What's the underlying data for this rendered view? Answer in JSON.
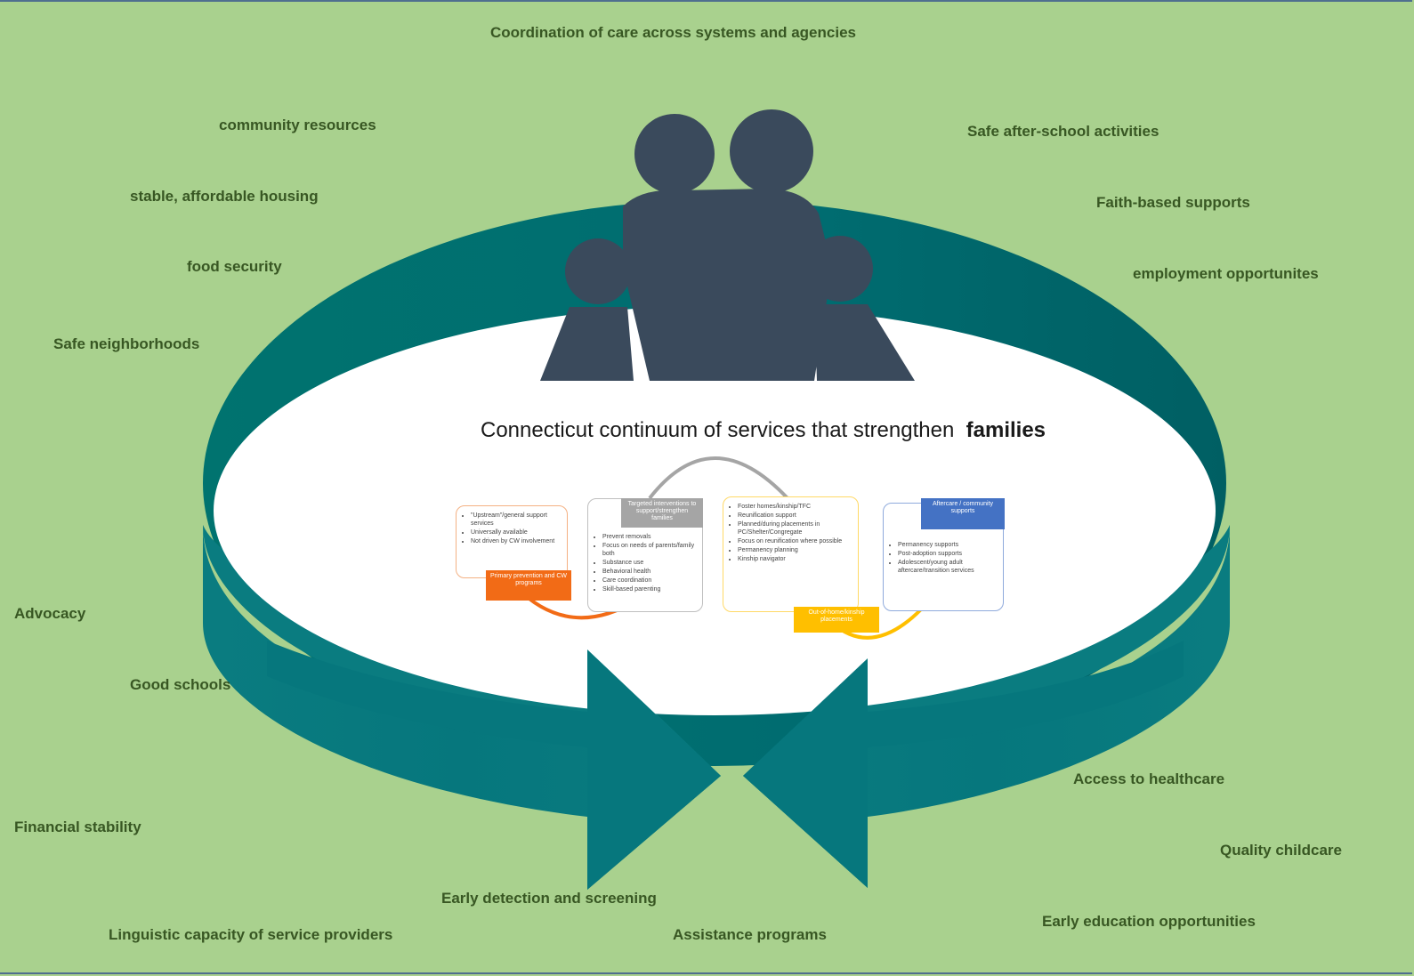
{
  "title": {
    "main": "Connecticut continuum of services that strengthen",
    "bold": "families"
  },
  "labels": {
    "coordination": "Coordination of care across systems and agencies",
    "community": "community resources",
    "housing": "stable, affordable housing",
    "food": "food security",
    "neighborhoods": "Safe neighborhoods",
    "afterschool": "Safe after-school activities",
    "faith": "Faith-based supports",
    "employment": "employment opportunites",
    "advocacy": "Advocacy",
    "schools": "Good schools",
    "financial": "Financial stability",
    "early_detection": "Early detection and screening",
    "linguistic": "Linguistic capacity of service providers",
    "assistance": "Assistance programs",
    "healthcare": "Access to healthcare",
    "childcare": "Quality childcare",
    "early_education": "Early education opportunities"
  },
  "continuum": {
    "box1": {
      "items": [
        "\"Upstream\"/general support services",
        "Universally available",
        "Not driven by CW involvement"
      ],
      "tag": "Primary prevention and CW programs"
    },
    "box2": {
      "tag": "Targeted interventions to support/strengthen families",
      "items": [
        "Prevent removals",
        "Focus on needs of parents/family both",
        "Substance use",
        "Behavioral health",
        "Care coordination",
        "Skill-based parenting"
      ]
    },
    "box3": {
      "items": [
        "Foster homes/kinship/TFC",
        "Reunification support",
        "Planned/during placements in PC/Shelter/Congregate",
        "Focus on reunification where possible",
        "Permanency planning",
        "Kinship navigator"
      ],
      "tag": "Out-of-home/kinship placements"
    },
    "box4": {
      "tag": "Aftercare / community supports",
      "items": [
        "Permanency supports",
        "Post-adoption supports",
        "Adolescent/young adult aftercare/transition services"
      ]
    }
  },
  "colors": {
    "background": "#a9d18e",
    "ring_dark": "#00636b",
    "ring_mid": "#00797f",
    "figures": "#3a4a5c",
    "label_text": "#385723",
    "tag_orange": "#f26b16",
    "tag_gray": "#a5a5a5",
    "tag_yellow": "#ffbf00",
    "tag_blue": "#4472c4"
  },
  "icons": [
    "family-icon"
  ]
}
